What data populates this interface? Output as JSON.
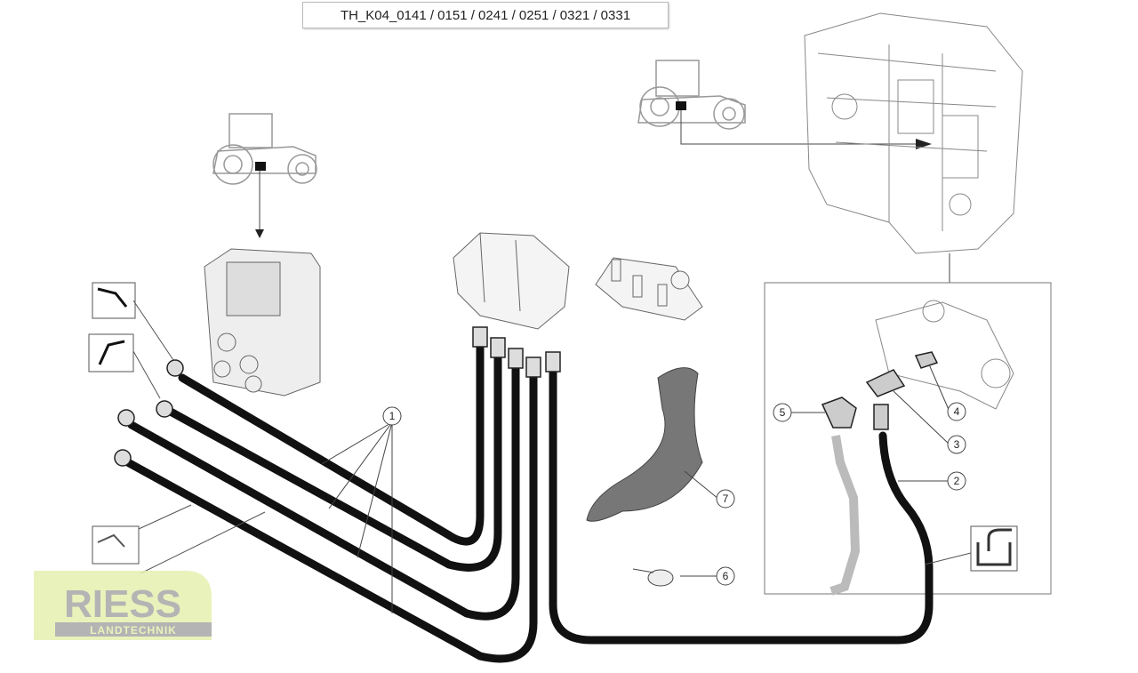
{
  "title": "TH_K04_0141 / 0151 / 0241 / 0251 / 0321 / 0331",
  "callouts": [
    "1",
    "2",
    "3",
    "4",
    "5",
    "6",
    "7"
  ],
  "logo": {
    "name": "RIESS",
    "subtitle": "LANDTECHNIK"
  },
  "colors": {
    "hose": "#111111",
    "line": "#444444",
    "logo_green": "#e6f0b0",
    "logo_grey": "#a8a8a8"
  }
}
